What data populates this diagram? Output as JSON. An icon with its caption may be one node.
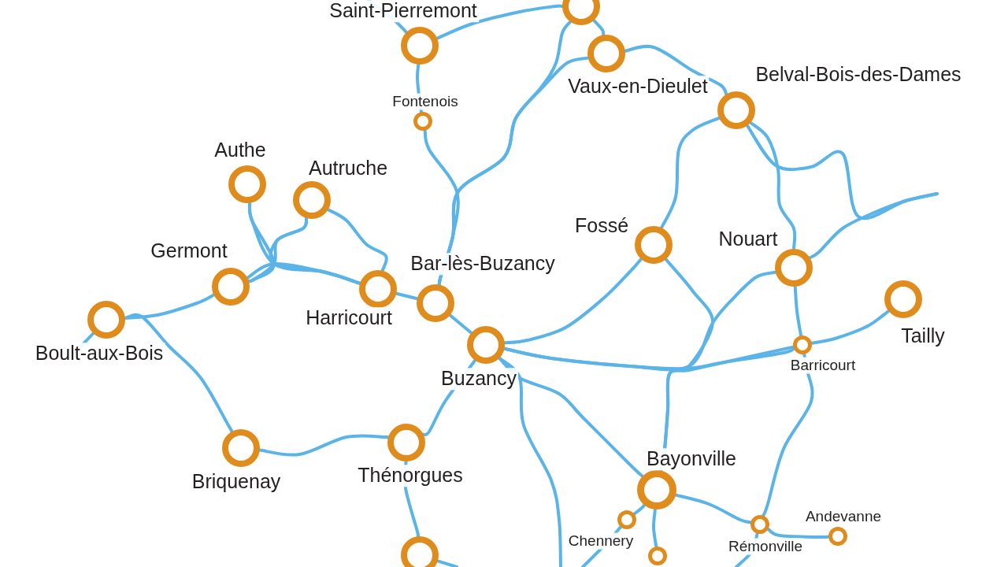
{
  "diagram": {
    "nodes": [
      {
        "text": [
          "Saint-Pierremont"
        ]
      },
      {
        "text": [],
        "shape": "circle"
      },
      {
        "text": [
          "Vaux-en-Dieulet"
        ]
      },
      {
        "text": [
          "Fontenois"
        ]
      },
      {
        "text": [
          "Belval-Bois-des-Dames"
        ]
      },
      {
        "text": [
          "Authe"
        ]
      },
      {
        "text": [
          "Autruche"
        ]
      },
      {
        "text": [
          "Fossé"
        ]
      },
      {
        "text": [
          "Germont"
        ]
      },
      {
        "text": [
          "Nouart"
        ]
      },
      {
        "text": [
          "Bar-lès-Buzancy"
        ]
      },
      {
        "text": [
          "Harricourt"
        ]
      },
      {
        "text": [
          "Tailly"
        ]
      },
      {
        "text": [
          "Boult-aux-Bois"
        ]
      },
      {
        "text": [
          "Buzancy"
        ]
      },
      {
        "text": [
          "Barricourt"
        ]
      },
      {
        "text": [
          "Briquenay"
        ]
      },
      {
        "text": [
          "Thénorgues"
        ]
      },
      {
        "text": [
          "Bayonville"
        ]
      },
      {
        "text": [
          "Chennery"
        ]
      },
      {
        "text": [
          "Rémonville"
        ]
      },
      {
        "text": [
          "Andevanne"
        ]
      },
      {
        "text": [],
        "shape": "circle"
      },
      {
        "text": [],
        "shape": "circle"
      }
    ],
    "edges": [
      {
        "from": null,
        "to": 0,
        "arrow": "none"
      },
      {
        "from": 0,
        "to": 1,
        "arrow": "none"
      },
      {
        "from": 0,
        "to": 3,
        "arrow": "none"
      },
      {
        "from": 1,
        "to": 2,
        "arrow": "none"
      },
      {
        "from": 1,
        "to": 10,
        "arrow": "none"
      },
      {
        "from": 2,
        "to": 10,
        "arrow": "none"
      },
      {
        "from": 3,
        "to": 10,
        "arrow": "none"
      },
      {
        "from": 2,
        "to": 4,
        "arrow": "none"
      },
      {
        "from": 4,
        "to": 7,
        "arrow": "none"
      },
      {
        "from": 4,
        "to": 9,
        "arrow": "none"
      },
      {
        "from": 4,
        "to": null,
        "arrow": "none"
      },
      {
        "from": 9,
        "to": null,
        "arrow": "none"
      },
      {
        "from": 5,
        "to": 8,
        "arrow": "none"
      },
      {
        "from": 5,
        "to": 11,
        "arrow": "none"
      },
      {
        "from": 6,
        "to": 8,
        "arrow": "none"
      },
      {
        "from": 6,
        "to": 11,
        "arrow": "none"
      },
      {
        "from": 6,
        "to": 11,
        "arrow": "none"
      },
      {
        "from": 8,
        "to": 11,
        "arrow": "none"
      },
      {
        "from": 8,
        "to": 13,
        "arrow": "none"
      },
      {
        "from": 13,
        "to": null,
        "arrow": "none"
      },
      {
        "from": 13,
        "to": 16,
        "arrow": "none"
      },
      {
        "from": 16,
        "to": 17,
        "arrow": "none"
      },
      {
        "from": 17,
        "to": 14,
        "arrow": "none"
      },
      {
        "from": 17,
        "to": 22,
        "arrow": "none"
      },
      {
        "from": 22,
        "to": null,
        "arrow": "none"
      },
      {
        "from": 11,
        "to": 10,
        "arrow": "none"
      },
      {
        "from": 10,
        "to": 14,
        "arrow": "none"
      },
      {
        "from": 14,
        "to": 7,
        "arrow": "none"
      },
      {
        "from": 14,
        "to": 15,
        "arrow": "none"
      },
      {
        "from": 9,
        "to": 14,
        "arrow": "none"
      },
      {
        "from": 7,
        "to": 18,
        "arrow": "none"
      },
      {
        "from": 14,
        "to": 18,
        "arrow": "none"
      },
      {
        "from": 14,
        "to": null,
        "arrow": "none"
      },
      {
        "from": 9,
        "to": 15,
        "arrow": "none"
      },
      {
        "from": 15,
        "to": 12,
        "arrow": "none"
      },
      {
        "from": 15,
        "to": 20,
        "arrow": "none"
      },
      {
        "from": 18,
        "to": 20,
        "arrow": "none"
      },
      {
        "from": 20,
        "to": 21,
        "arrow": "none"
      },
      {
        "from": 20,
        "to": null,
        "arrow": "none"
      },
      {
        "from": 18,
        "to": 19,
        "arrow": "none"
      },
      {
        "from": 19,
        "to": null,
        "arrow": "none"
      },
      {
        "from": 18,
        "to": 23,
        "arrow": "none"
      },
      {
        "from": 15,
        "to": 18,
        "arrow": "none"
      }
    ]
  }
}
